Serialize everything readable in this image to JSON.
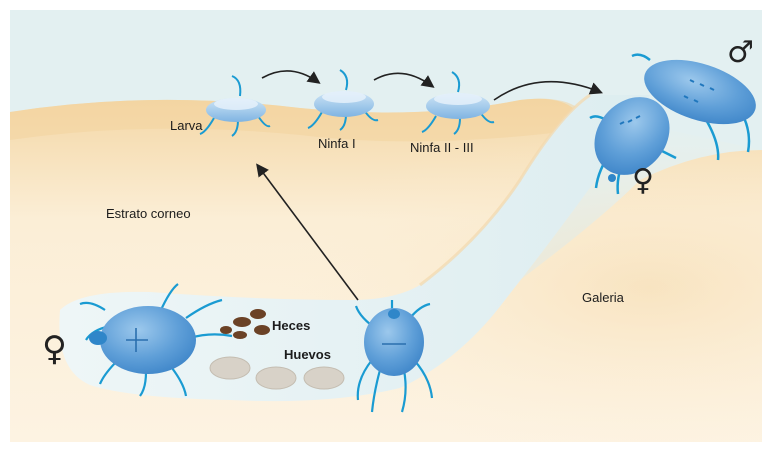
{
  "labels": {
    "larva": "Larva",
    "ninfa1": "Ninfa I",
    "ninfa23": "Ninfa II - III",
    "estrato": "Estrato corneo",
    "galeria": "Galeria",
    "heces": "Heces",
    "huevos": "Huevos"
  },
  "symbols": {
    "male": "♂",
    "female_top": "♀",
    "female_left": "♀"
  },
  "colors": {
    "sky": "#e3f0f1",
    "skin_light": "#fbf0dd",
    "skin_mid": "#f6deb6",
    "tunnel": "#e6f2f4",
    "mite": "#6fa9dc",
    "mite_dark": "#2f86c9",
    "legs": "#1a9bd2",
    "feces": "#6b4226",
    "egg": "#d8d2c8"
  }
}
